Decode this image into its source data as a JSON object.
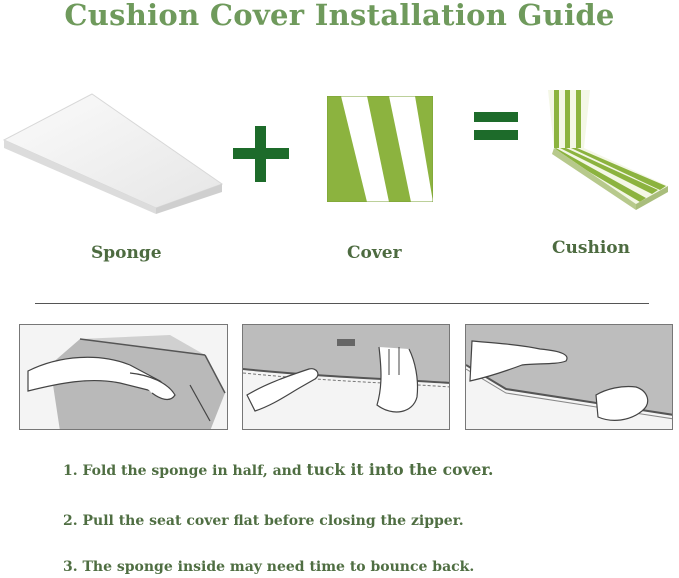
{
  "title": "Cushion Cover Installation Guide",
  "labels": {
    "sponge": "Sponge",
    "cover": "Cover",
    "cushion": "Cushion"
  },
  "symbols": {
    "plus": "plus-sign",
    "equals": "equals-sign"
  },
  "colors": {
    "title_green": "#6f9a5c",
    "symbol_green": "#1d6b2a",
    "stripe_green": "#8cb33f",
    "text_green": "#4f6e42"
  },
  "steps": {
    "step1_a": "1. Fold the sponge in half, and ",
    "step1_b": "tuck it into the cover.",
    "step2": "2. Pull the seat cover flat before closing the zipper.",
    "step3": "3. The sponge inside may need time to bounce back."
  }
}
